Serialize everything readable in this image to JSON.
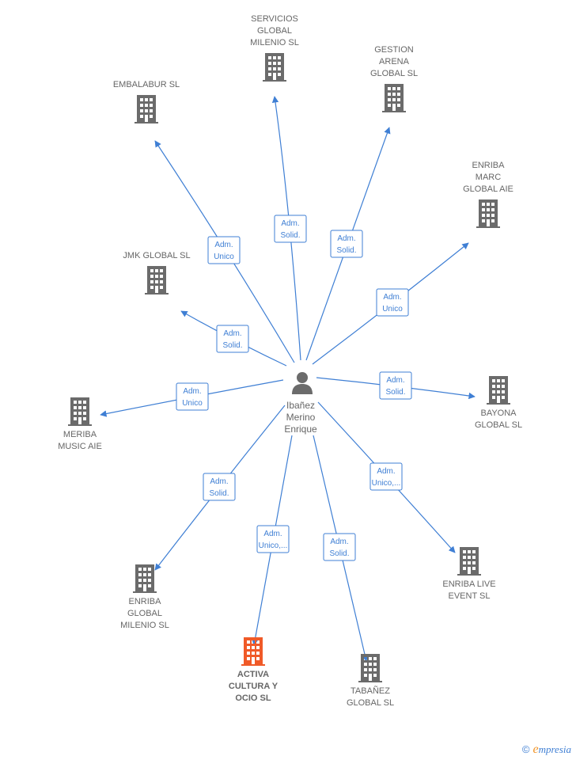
{
  "center": {
    "name": "Ibañez Merino Enrique",
    "lines": [
      "Ibañez",
      "Merino",
      "Enrique"
    ],
    "icon": "person-icon"
  },
  "colors": {
    "edge": "#3f7fd4",
    "building": "#6b6b6b",
    "building_highlight": "#f05a28",
    "label": "#666666"
  },
  "companies": [
    {
      "id": "servicios",
      "lines": [
        "SERVICIOS",
        "GLOBAL",
        "MILENIO  SL"
      ],
      "role": [
        "Adm.",
        "Solid."
      ],
      "highlight": false
    },
    {
      "id": "gestion",
      "lines": [
        "GESTION",
        "ARENA",
        "GLOBAL  SL"
      ],
      "role": [
        "Adm.",
        "Solid."
      ],
      "highlight": false
    },
    {
      "id": "embalabur",
      "lines": [
        "EMBALABUR SL"
      ],
      "role": [
        "Adm.",
        "Unico"
      ],
      "highlight": false
    },
    {
      "id": "enriba-marc",
      "lines": [
        "ENRIBA",
        "MARC",
        "GLOBAL AIE"
      ],
      "role": [
        "Adm.",
        "Unico"
      ],
      "highlight": false
    },
    {
      "id": "jmk",
      "lines": [
        "JMK GLOBAL  SL"
      ],
      "role": [
        "Adm.",
        "Solid."
      ],
      "highlight": false
    },
    {
      "id": "bayona",
      "lines": [
        "BAYONA",
        "GLOBAL SL"
      ],
      "role": [
        "Adm.",
        "Solid."
      ],
      "highlight": false
    },
    {
      "id": "meriba",
      "lines": [
        "MERIBA",
        "MUSIC AIE"
      ],
      "role": [
        "Adm.",
        "Unico"
      ],
      "highlight": false
    },
    {
      "id": "enriba-live",
      "lines": [
        "ENRIBA LIVE",
        "EVENT  SL"
      ],
      "role": [
        "Adm.",
        "Unico,..."
      ],
      "highlight": false
    },
    {
      "id": "enriba-global",
      "lines": [
        "ENRIBA",
        "GLOBAL",
        "MILENIO SL"
      ],
      "role": [
        "Adm.",
        "Solid."
      ],
      "highlight": false
    },
    {
      "id": "activa",
      "lines": [
        "ACTIVA",
        "CULTURA Y",
        "OCIO  SL"
      ],
      "role": [
        "Adm.",
        "Unico,..."
      ],
      "highlight": true
    },
    {
      "id": "tabanez",
      "lines": [
        "TABAÑEZ",
        "GLOBAL SL"
      ],
      "role": [
        "Adm.",
        "Solid."
      ],
      "highlight": false
    }
  ],
  "brand": {
    "copyright": "©",
    "name": "mpresia",
    "initial": "e"
  }
}
